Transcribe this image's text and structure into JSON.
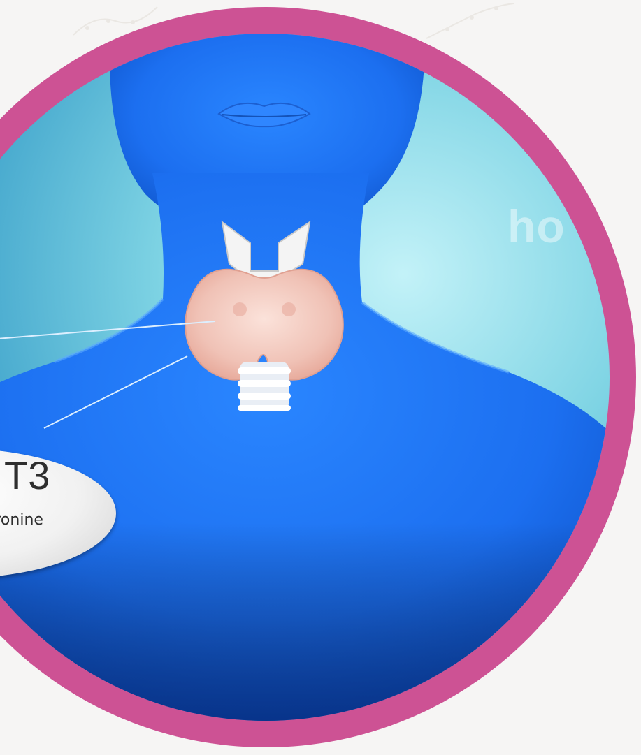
{
  "image": {
    "watermark_text": "ho",
    "labels": [
      {
        "code": "T3",
        "name": "triiodothyronine"
      },
      {
        "code": "",
        "name": ""
      }
    ]
  },
  "colors": {
    "frame": "#cd5294",
    "body": "#1e74f0",
    "background": "#f6f5f4",
    "thyroid": "#f2c8bd"
  },
  "icons": [
    "decorative-leaf-icon"
  ]
}
